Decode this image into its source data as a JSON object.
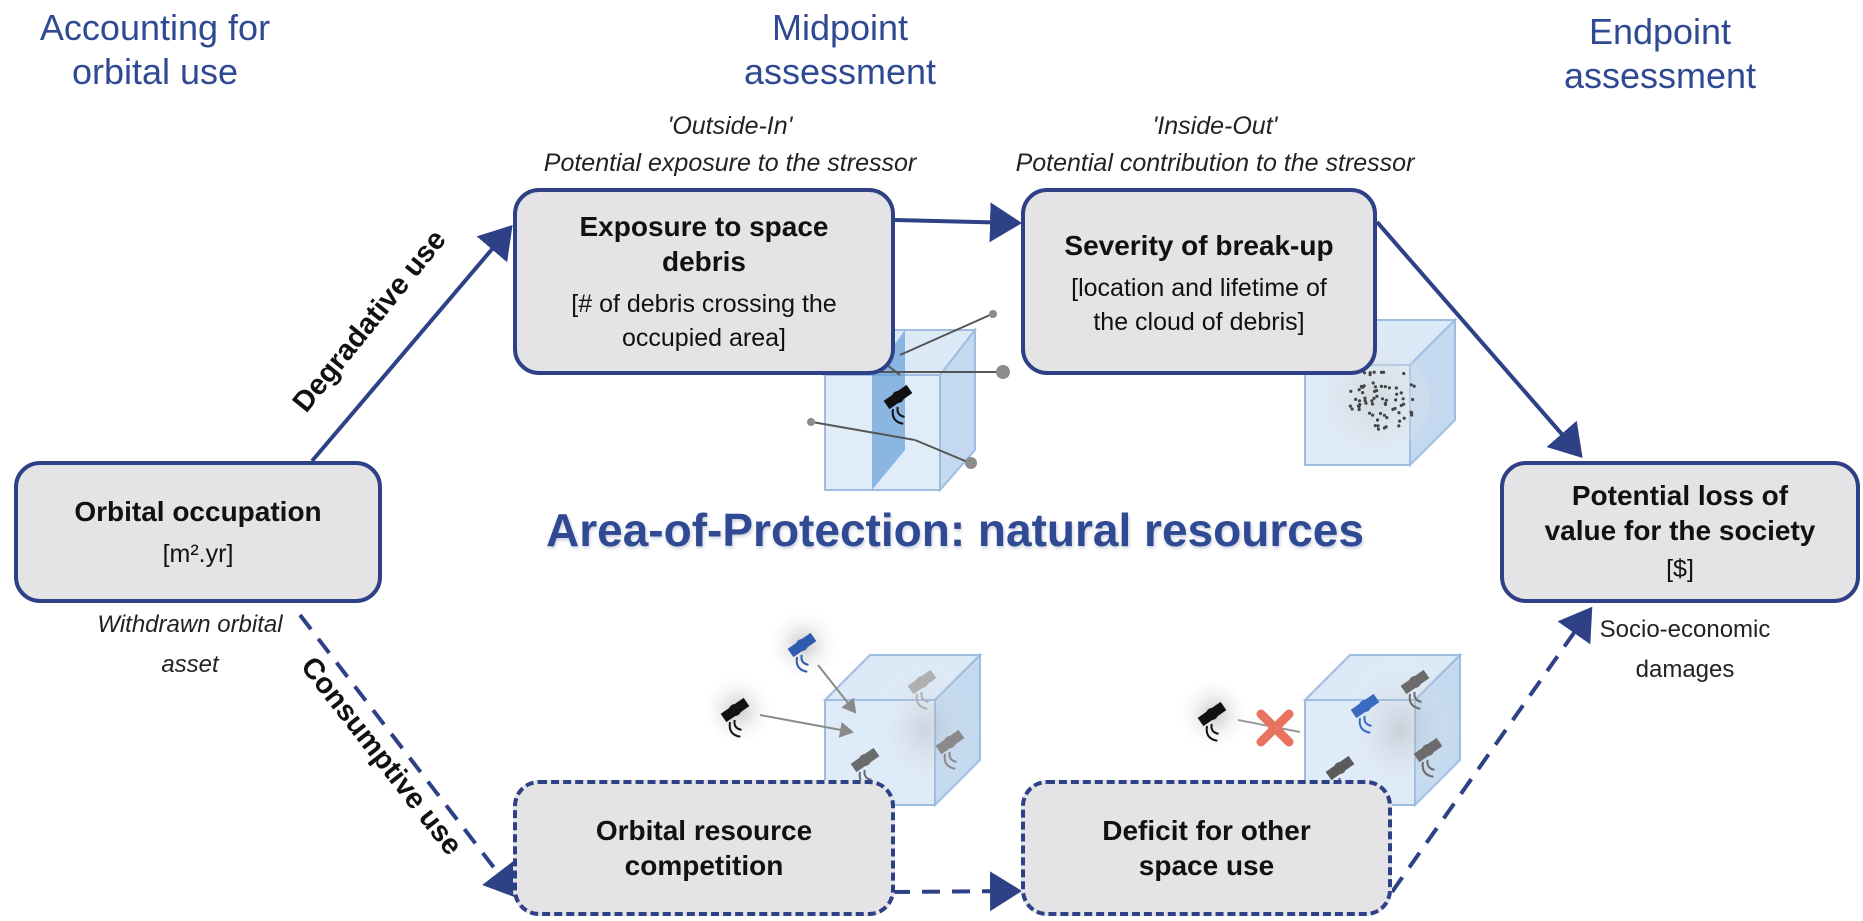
{
  "headers": {
    "left": "Accounting for\norbital use",
    "middle": "Midpoint\nassessment",
    "right": "Endpoint\nassessment"
  },
  "subtitles": {
    "outside_in": "'Outside-In'\nPotential exposure to the stressor",
    "inside_out": "'Inside-Out'\nPotential contribution to the stressor"
  },
  "boxes": {
    "orbital_occupation": {
      "title": "Orbital occupation",
      "unit": "[m².yr]"
    },
    "exposure": {
      "title": "Exposure to space\ndebris",
      "unit": "[# of debris crossing the\noccupied area]"
    },
    "severity": {
      "title": "Severity of break-up",
      "unit": "[location and lifetime of\nthe cloud of debris]"
    },
    "competition": {
      "title": "Orbital resource\ncompetition"
    },
    "deficit": {
      "title": "Deficit for other\nspace use"
    },
    "loss": {
      "title": "Potential loss of\nvalue for the society",
      "unit": "[$]"
    }
  },
  "notes": {
    "withdrawn": "Withdrawn orbital\nasset",
    "socio": "Socio-economic\ndamages"
  },
  "paths": {
    "degradative": "Degradative use",
    "consumptive": "Consumptive use"
  },
  "banner": "Area-of-Protection: natural resources",
  "colors": {
    "frame": "#2e4187",
    "header_text": "#2f4a93",
    "box_fill": "#e4e4e6",
    "cube_fill": "#cfe0f3",
    "satellite_dark": "#1a1a1a",
    "satellite_blue": "#2e5bb0",
    "blocked_marker": "#e8735f"
  },
  "icons": [
    "satellite-icon",
    "debris-particle-icon",
    "blocked-x-icon",
    "space-cube-icon"
  ]
}
